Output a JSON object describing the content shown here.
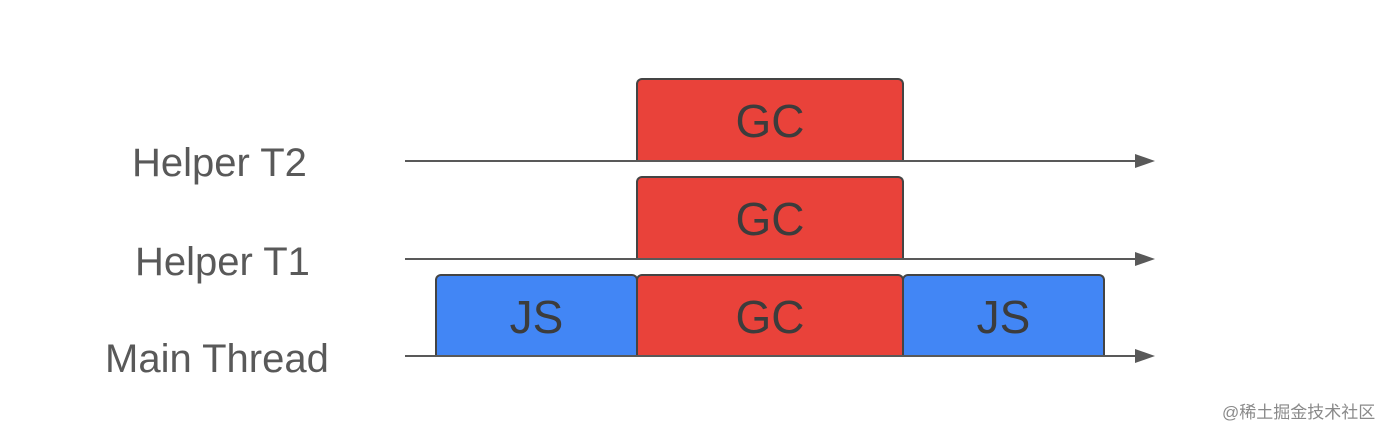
{
  "lanes": [
    {
      "label": "Helper T2"
    },
    {
      "label": "Helper T1"
    },
    {
      "label": "Main Thread"
    }
  ],
  "blocks": {
    "t2_gc": "GC",
    "t1_gc": "GC",
    "main_js_left": "JS",
    "main_gc": "GC",
    "main_js_right": "JS"
  },
  "colors": {
    "gc": "#e9423a",
    "js": "#4286f5",
    "line": "#595959"
  },
  "watermark": "@稀土掘金技术社区"
}
